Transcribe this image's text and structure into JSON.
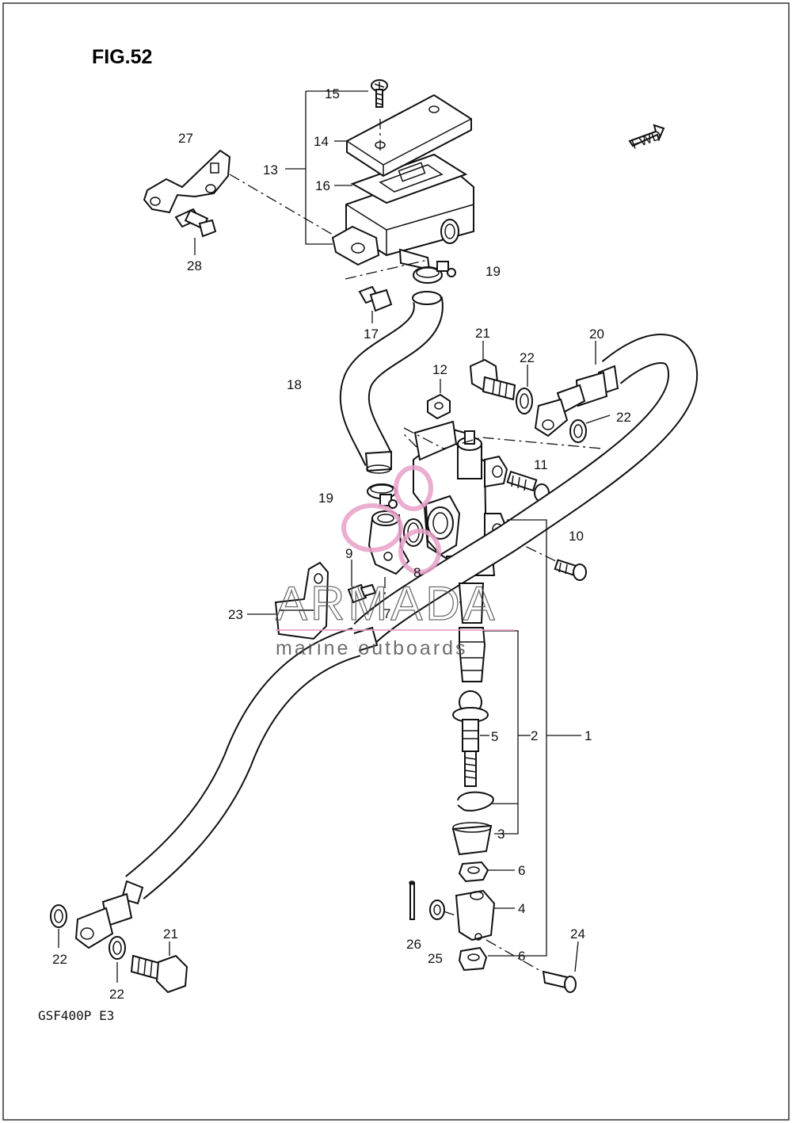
{
  "figure_title": "FIG.52",
  "model_code": "GSF400P  E3",
  "direction_marker": "FWD",
  "watermark": {
    "brand": "ARMADA",
    "tagline": "marine outboards",
    "accent_color": "#e8a0c8"
  },
  "callouts": {
    "c1": "1",
    "c2": "2",
    "c3": "3",
    "c4": "4",
    "c5": "5",
    "c6a": "6",
    "c6b": "6",
    "c7": "7",
    "c8": "8",
    "c9": "9",
    "c10": "10",
    "c11": "11",
    "c12": "12",
    "c13": "13",
    "c14": "14",
    "c15": "15",
    "c16": "16",
    "c17": "17",
    "c18": "18",
    "c19a": "19",
    "c19b": "19",
    "c20": "20",
    "c21a": "21",
    "c21b": "21",
    "c22a": "22",
    "c22b": "22",
    "c22c": "22",
    "c22d": "22",
    "c23": "23",
    "c24": "24",
    "c25": "25",
    "c26": "26",
    "c27": "27",
    "c28": "28"
  }
}
